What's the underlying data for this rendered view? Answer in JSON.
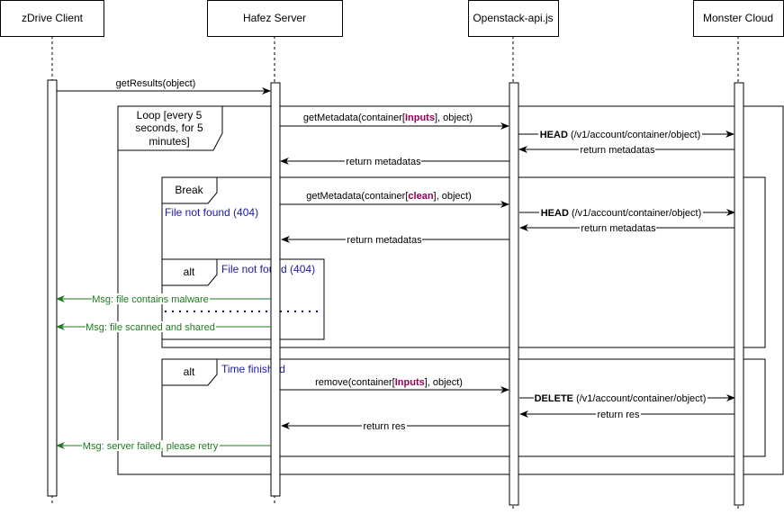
{
  "diagram": {
    "type": "sequence",
    "actors": [
      {
        "id": "client",
        "label": "zDrive Client"
      },
      {
        "id": "server",
        "label": "Hafez Server"
      },
      {
        "id": "api",
        "label": "Openstack-api.js"
      },
      {
        "id": "cloud",
        "label": "Monster Cloud"
      }
    ],
    "messages": {
      "get_results": {
        "text": "getResults(object)"
      },
      "get_metadata_inputs": {
        "pre": "getMetadata(container[",
        "highlight": "Inputs",
        "post": "], object)"
      },
      "head_1": {
        "bold": "HEAD",
        "rest": " (/v1/account/container/object)"
      },
      "return_metadatas_cloud_1": {
        "text": "return metadatas"
      },
      "return_metadatas_api_1": {
        "text": "return metadatas"
      },
      "get_metadata_clean": {
        "pre": "getMetadata(container[",
        "highlight": "clean",
        "post": "], object)"
      },
      "head_2": {
        "bold": "HEAD",
        "rest": " (/v1/account/container/object)"
      },
      "return_metadatas_cloud_2": {
        "text": "return metadatas"
      },
      "return_metadatas_api_2": {
        "text": "return metadatas"
      },
      "msg_malware": {
        "text": "Msg: file contains malware"
      },
      "msg_scanned": {
        "text": "Msg: file scanned and shared"
      },
      "remove_inputs": {
        "pre": "remove(container[",
        "highlight": "Inputs",
        "post": "], object)"
      },
      "delete": {
        "bold": "DELETE",
        "rest": " (/v1/account/container/object)"
      },
      "return_res_cloud": {
        "text": "return res"
      },
      "return_res_api": {
        "text": "return res"
      },
      "msg_failed": {
        "text": "Msg: server failed, please retry"
      }
    },
    "frames": {
      "loop": {
        "label_lines": [
          "Loop [every 5",
          "seconds, for 5",
          "minutes]"
        ]
      },
      "break": {
        "label": "Break",
        "guard": "File not found (404)"
      },
      "alt_1": {
        "label": "alt",
        "guard": "File not found (404)"
      },
      "alt_2": {
        "label": "alt",
        "guard": "Time finished"
      }
    },
    "colors": {
      "line": "#000000",
      "return_line": "#808080",
      "guard_text": "#1a1aa6",
      "client_messages": "#1e7a1e",
      "highlight": "#990055",
      "separator": "#00008b"
    }
  }
}
